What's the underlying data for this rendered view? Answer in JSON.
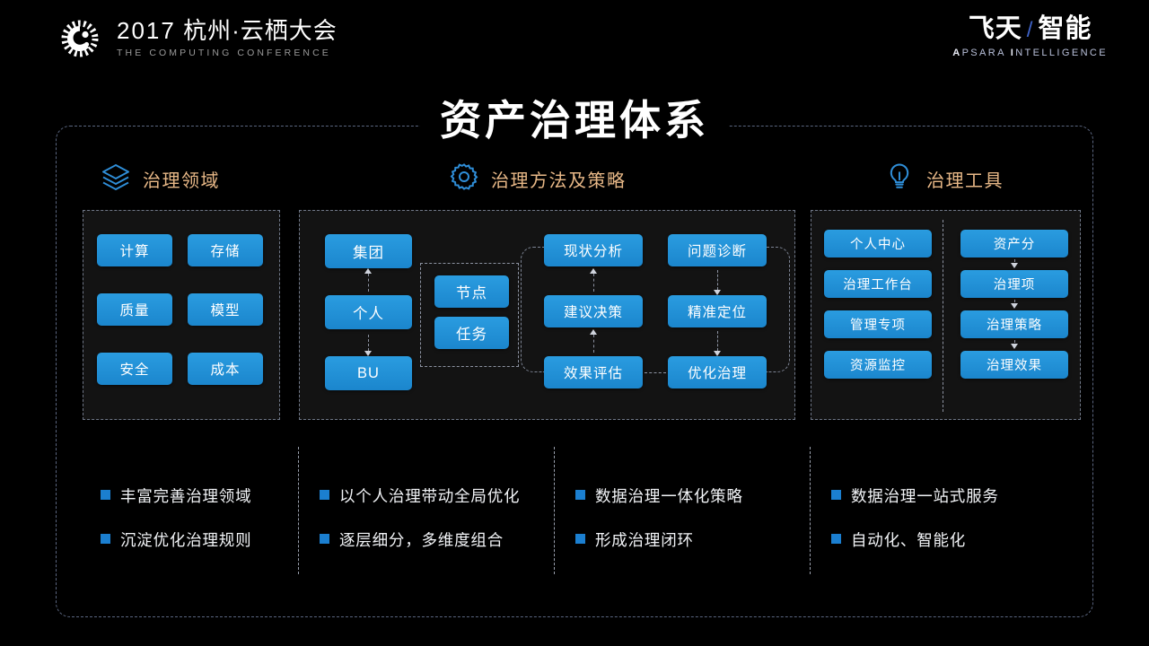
{
  "header": {
    "left_logo": {
      "icon": "apsara-conference-logo-icon",
      "year": "2017",
      "title_cn": "杭州·云栖大会",
      "subtitle_en": "THE COMPUTING CONFERENCE"
    },
    "right_logo": {
      "title_cn_1": "飞天",
      "separator": "/",
      "title_cn_2": "智能",
      "subtitle_en_1": "A",
      "subtitle_en_rest": "PSARA ",
      "subtitle_en_2": "I",
      "subtitle_en_rest2": "NTELLIGENCE"
    }
  },
  "slide": {
    "title": "资产治理体系",
    "accent_blue": "#1b86cd",
    "accent_orange": "#e8b887",
    "background": "#000000"
  },
  "sections": [
    {
      "id": "domain",
      "icon": "layers-icon",
      "label": "治理领域"
    },
    {
      "id": "method",
      "icon": "gear-icon",
      "label": "治理方法及策略"
    },
    {
      "id": "tools",
      "icon": "lightbulb-icon",
      "label": "治理工具"
    }
  ],
  "domain_panel": {
    "items": [
      "计算",
      "存储",
      "质量",
      "模型",
      "安全",
      "成本"
    ]
  },
  "method_panel": {
    "org_chain": [
      "集团",
      "个人",
      "BU"
    ],
    "org_detail": [
      "节点",
      "任务"
    ],
    "cycle_left": [
      "现状分析",
      "建议决策",
      "效果评估"
    ],
    "cycle_right": [
      "问题诊断",
      "精准定位",
      "优化治理"
    ]
  },
  "tools_panel": {
    "left_column": [
      "个人中心",
      "治理工作台",
      "管理专项",
      "资源监控"
    ],
    "right_column": [
      "资产分",
      "治理项",
      "治理策略",
      "治理效果"
    ]
  },
  "bullets": [
    {
      "col": 1,
      "items": [
        "丰富完善治理领域",
        "沉淀优化治理规则"
      ]
    },
    {
      "col": 2,
      "items": [
        "以个人治理带动全局优化",
        "逐层细分，多维度组合"
      ]
    },
    {
      "col": 3,
      "items": [
        "数据治理一体化策略",
        "形成治理闭环"
      ]
    },
    {
      "col": 4,
      "items": [
        "数据治理一站式服务",
        "自动化、智能化"
      ]
    }
  ]
}
